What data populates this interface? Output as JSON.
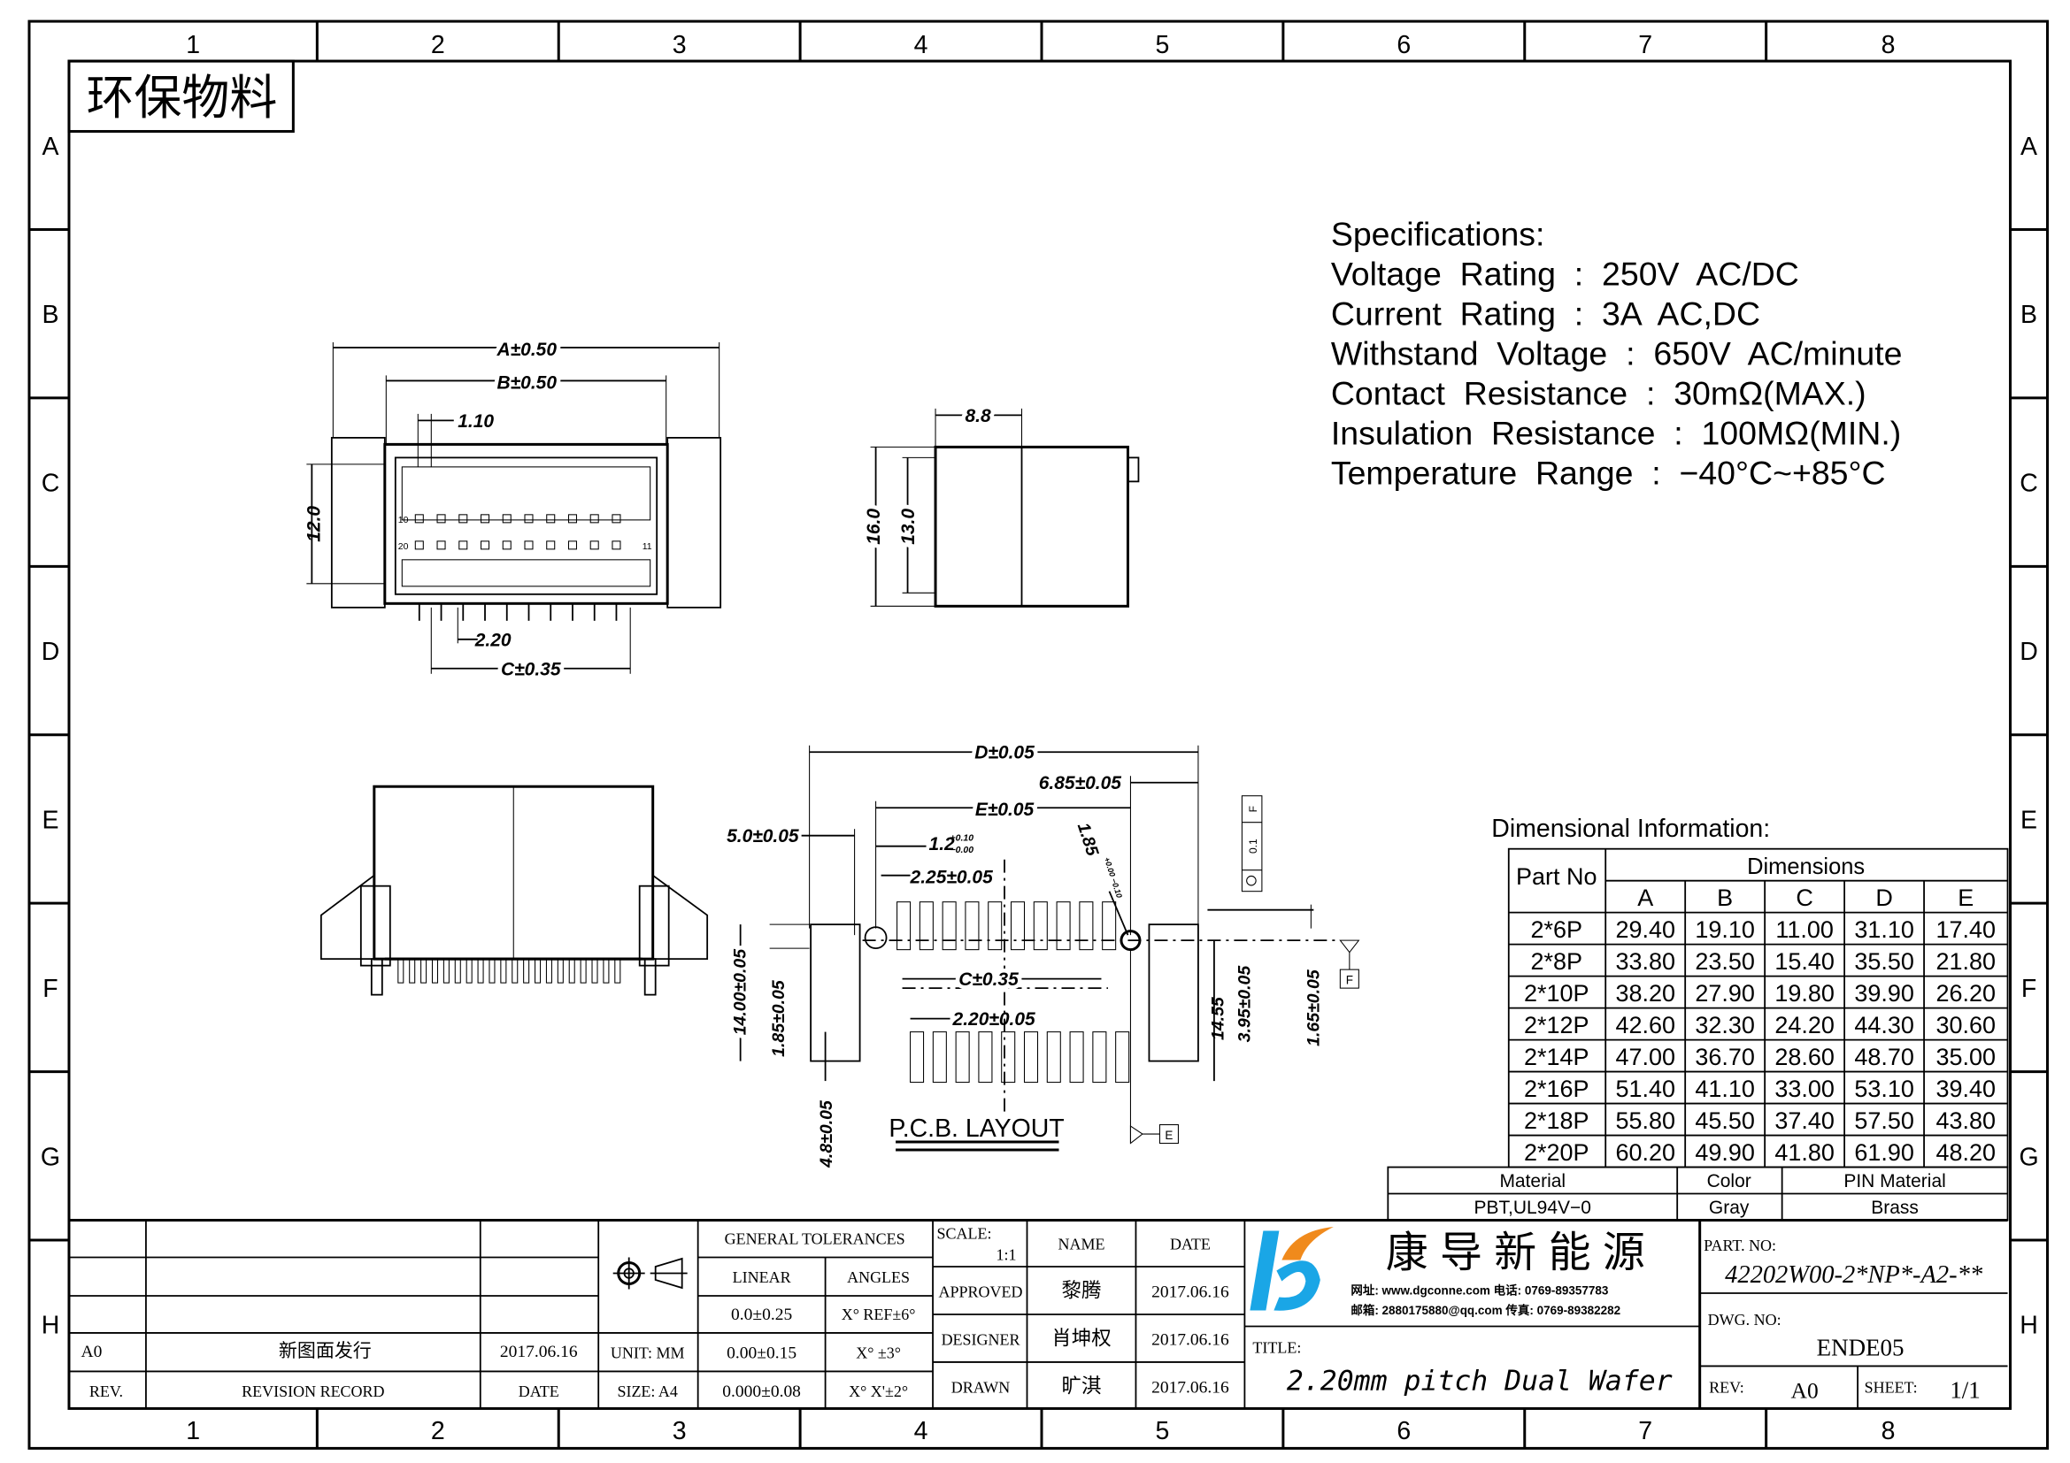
{
  "frame": {
    "columns": [
      "1",
      "2",
      "3",
      "4",
      "5",
      "6",
      "7",
      "8"
    ],
    "rows": [
      "A",
      "B",
      "C",
      "D",
      "E",
      "F",
      "G",
      "H"
    ]
  },
  "eco_label": "环保物料",
  "specifications": {
    "title": "Specifications:",
    "lines": [
      "Voltage  Rating  :  250V  AC/DC",
      "Current  Rating  :  3A  AC,DC",
      "Withstand  Voltage  :  650V  AC/minute",
      "Contact  Resistance  :  30mΩ(MAX.)",
      "Insulation  Resistance  :  100MΩ(MIN.)",
      "Temperature  Range  :  −40°C~+85°C"
    ]
  },
  "dimensional_info": {
    "title": "Dimensional  Information:",
    "part_no_header": "Part  No",
    "dimensions_header": "Dimensions",
    "columns": [
      "A",
      "B",
      "C",
      "D",
      "E"
    ],
    "rows": [
      {
        "part": "2*6P",
        "values": [
          "29.40",
          "19.10",
          "11.00",
          "31.10",
          "17.40"
        ]
      },
      {
        "part": "2*8P",
        "values": [
          "33.80",
          "23.50",
          "15.40",
          "35.50",
          "21.80"
        ]
      },
      {
        "part": "2*10P",
        "values": [
          "38.20",
          "27.90",
          "19.80",
          "39.90",
          "26.20"
        ]
      },
      {
        "part": "2*12P",
        "values": [
          "42.60",
          "32.30",
          "24.20",
          "44.30",
          "30.60"
        ]
      },
      {
        "part": "2*14P",
        "values": [
          "47.00",
          "36.70",
          "28.60",
          "48.70",
          "35.00"
        ]
      },
      {
        "part": "2*16P",
        "values": [
          "51.40",
          "41.10",
          "33.00",
          "53.10",
          "39.40"
        ]
      },
      {
        "part": "2*18P",
        "values": [
          "55.80",
          "45.50",
          "37.40",
          "57.50",
          "43.80"
        ]
      },
      {
        "part": "2*20P",
        "values": [
          "60.20",
          "49.90",
          "41.80",
          "61.90",
          "48.20"
        ]
      }
    ]
  },
  "materials": {
    "headers": [
      "Material",
      "Color",
      "PIN  Material"
    ],
    "values": [
      "PBT,UL94V−0",
      "Gray",
      "Brass"
    ]
  },
  "top_view": {
    "dim_a": "A±0.50",
    "dim_b": "B±0.50",
    "dim_pitch_top": "1.10",
    "dim_height": "12.0",
    "dim_pitch": "2.20",
    "dim_c": "C±0.35",
    "pin_first_top": "10",
    "pin_first_bottom": "20",
    "pin_last_bottom": "11"
  },
  "side_view": {
    "dim_width": "8.8",
    "dim_height_outer": "16.0",
    "dim_height_inner": "13.0"
  },
  "pcb_layout": {
    "title": "P.C.B.  LAYOUT",
    "dim_d": "D±0.05",
    "dim_685": "6.85±0.05",
    "dim_e": "E±0.05",
    "dim_50": "5.0±0.05",
    "dim_12": "1.2",
    "dim_12_tol_plus": "+0.10",
    "dim_12_tol_minus": "−0.00",
    "dim_225": "2.25±0.05",
    "dim_185_hole": "1.85",
    "dim_185_hole_tol": "+0.00 −0.10",
    "dim_c": "C±0.35",
    "dim_220": "2.20±0.05",
    "dim_1400": "14.00±0.05",
    "dim_185": "1.85±0.05",
    "dim_48": "4.8±0.05",
    "dim_1455": "14.55",
    "dim_395": "3.95±0.05",
    "dim_165": "1.65±0.05",
    "tol_value": "0.1",
    "tol_datum": "F",
    "datum_f": "F",
    "datum_e": "E"
  },
  "revision_table": {
    "rev": "A0",
    "record": "新图面发行",
    "date": "2017.06.16",
    "header_rev": "REV.",
    "header_record": "REVISION  RECORD",
    "header_date": "DATE"
  },
  "tolerances": {
    "title": "GENERAL  TOLERANCES",
    "linear_header": "LINEAR",
    "angles_header": "ANGLES",
    "linear": [
      "0.0±0.25",
      "0.00±0.15",
      "0.000±0.08"
    ],
    "angles": [
      "X° REF±6°",
      "X° ±3°",
      "X° X'±2°"
    ],
    "unit": "UNIT:  MM",
    "size": "SIZE:  A4"
  },
  "signoff": {
    "scale_label": "SCALE:",
    "scale_value": "1:1",
    "name_header": "NAME",
    "date_header": "DATE",
    "rows": [
      {
        "role": "APPROVED",
        "name": "黎腾",
        "date": "2017.06.16"
      },
      {
        "role": "DESIGNER",
        "name": "肖坤权",
        "date": "2017.06.16"
      },
      {
        "role": "DRAWN",
        "name": "旷淇",
        "date": "2017.06.16"
      }
    ]
  },
  "company": {
    "name": "康 导 新 能 源",
    "contact_line1": "网址: www.dgconne.com   电话: 0769-89357783",
    "contact_line2": "邮箱: 2880175880@qq.com  传真: 0769-89382282",
    "logo_colors": {
      "blue": "#1aa6e6",
      "orange": "#f08a1c"
    }
  },
  "title_block": {
    "title_label": "TITLE:",
    "title": "2.20mm pitch Dual Wafer",
    "part_no_label": "PART. NO:",
    "part_no": "42202W00-2*NP*-A2-**",
    "dwg_no_label": "DWG. NO:",
    "dwg_no": "ENDE05",
    "rev_label": "REV:",
    "rev": "A0",
    "sheet_label": "SHEET:",
    "sheet": "1/1"
  }
}
